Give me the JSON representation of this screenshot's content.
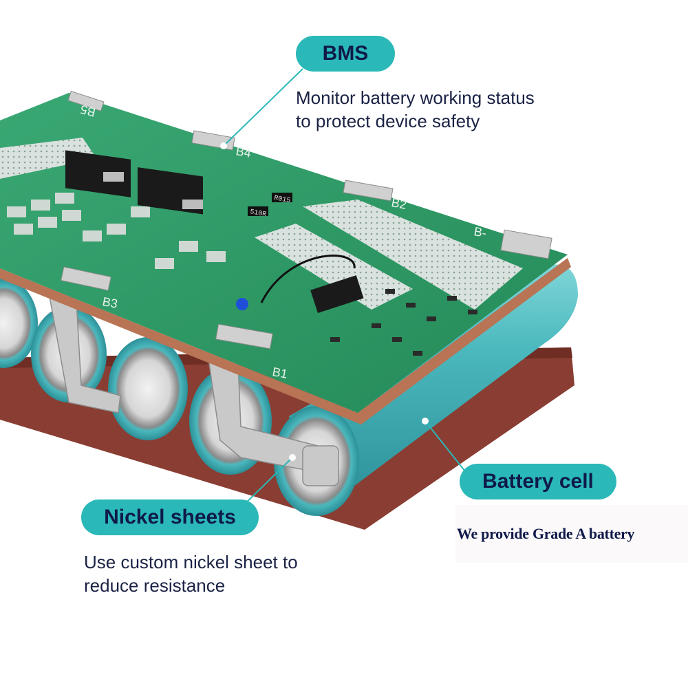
{
  "colors": {
    "pill": "#2bb8b8",
    "pcb": "#2e9a66",
    "cell": "#4ab8bd",
    "text": "#1a2244"
  },
  "callouts": {
    "bms": {
      "label": "BMS",
      "desc_line1": "Monitor battery working status",
      "desc_line2": "to protect device safety"
    },
    "battery_cell": {
      "label": "Battery cell",
      "desc": "We provide Grade A battery"
    },
    "nickel_sheets": {
      "label": "Nickel sheets",
      "desc_line1": "Use custom nickel sheet to",
      "desc_line2": "reduce resistance"
    }
  },
  "board_labels": {
    "b1": "B1",
    "b2": "B2",
    "b3": "B3",
    "b4": "B4",
    "b5": "B5",
    "b_minus": "B-",
    "r1": "R015",
    "r2": "510R"
  }
}
